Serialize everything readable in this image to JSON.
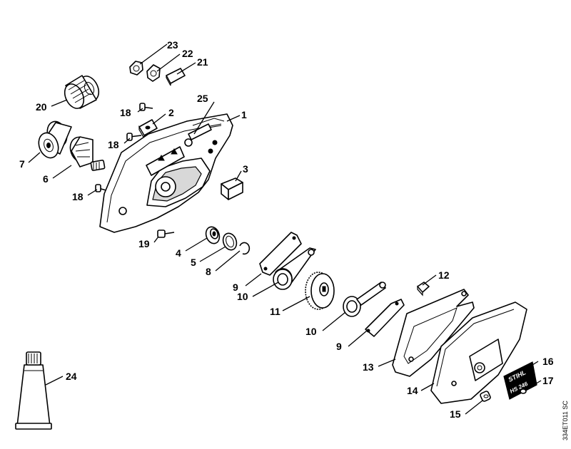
{
  "drawing_code": "334ET011 SC",
  "label_plate": {
    "brand": "STIHL",
    "model": "HS 246"
  },
  "callouts": [
    "23",
    "22",
    "21",
    "20",
    "18",
    "2",
    "25",
    "1",
    "18",
    "7",
    "6",
    "3",
    "18",
    "19",
    "4",
    "5",
    "8",
    "9",
    "10",
    "11",
    "12",
    "10",
    "9",
    "13",
    "16",
    "24",
    "14",
    "17",
    "15"
  ]
}
